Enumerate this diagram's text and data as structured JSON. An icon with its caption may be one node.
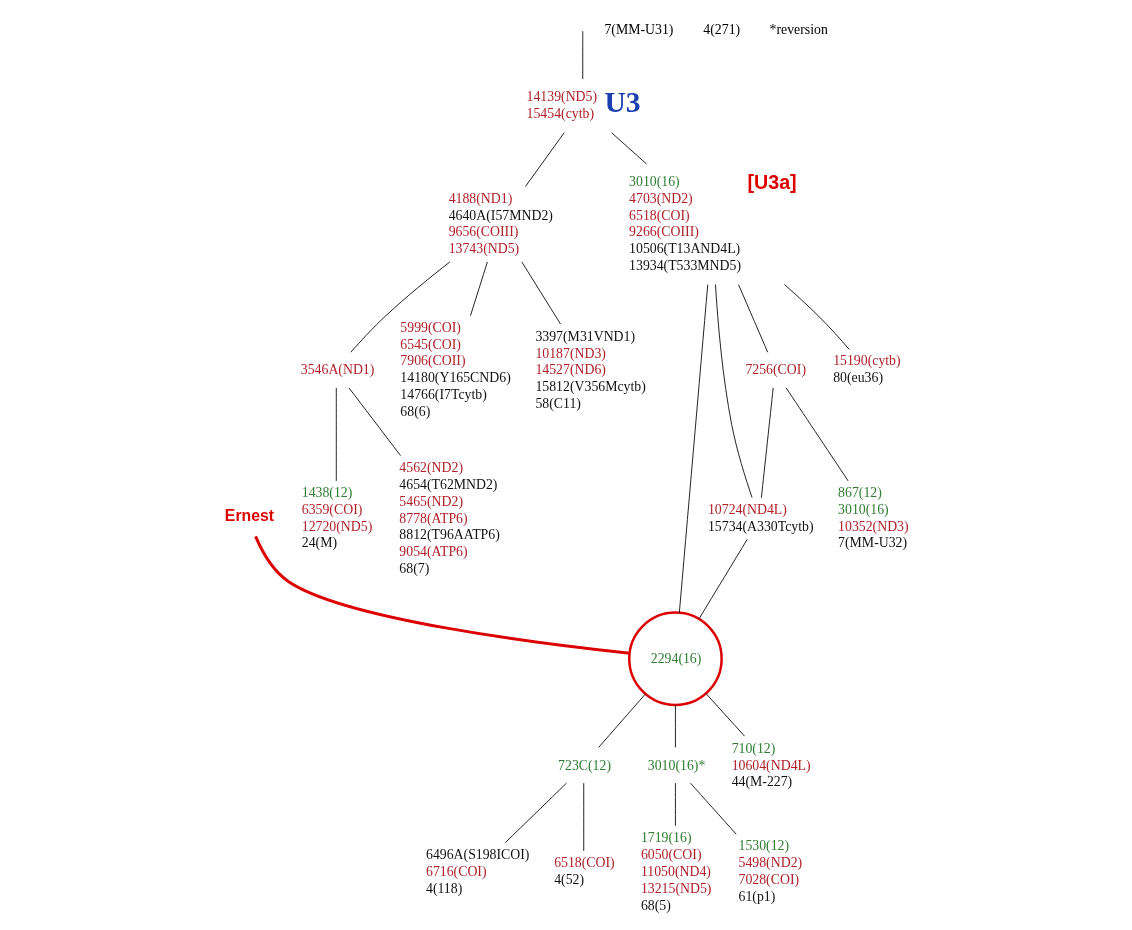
{
  "diagram": {
    "nodes": [
      {
        "text": [
          "14139(ND5)",
          "15454(cytb)"
        ],
        "beside": [
          "U3"
        ]
      },
      {
        "text": [
          "4188(ND1)",
          "4640A(I57MND2)",
          "9656(COIII)",
          "13743(ND5)"
        ]
      },
      {
        "text": [
          "3010(16)",
          "4703(ND2)",
          "6518(COI)",
          "9266(COIII)",
          "10506(T13AND4L)",
          "13934(T533MND5)"
        ],
        "beside": [
          "[U3a]"
        ]
      },
      {
        "text": [
          "Ernest"
        ]
      },
      {
        "text": [
          "3546A(ND1)"
        ]
      },
      {
        "text": [
          "5999(COI)",
          "6545(COI)",
          "7906(COII)",
          "14180(Y165CND6)",
          "14766(I7Tcytb)",
          "68(6)"
        ]
      },
      {
        "text": [
          "1438(12)",
          "6359(COI)",
          "12720(ND5)",
          "24(M)"
        ]
      },
      {
        "text": [
          "4562(ND2)",
          "4654(T62MND2)",
          "5465(ND2)",
          "8778(ATP6)",
          "8812(T96AATP6)",
          "9054(ATP6)",
          "68(7)"
        ]
      },
      {
        "text": [
          "2294(16)"
        ]
      },
      {
        "text": [
          "10724(ND4L)",
          "15734(A330Tcytb)"
        ]
      },
      {
        "text": [
          "7256(COI)"
        ]
      },
      {
        "text": [
          "723C(12)"
        ]
      },
      {
        "text": [
          "3010(16)*"
        ]
      },
      {
        "text": [
          "3397(M31VND1)",
          "10187(ND3)",
          "14527(ND6)",
          "15812(V356Mcytb)",
          "58(C11)"
        ]
      },
      {
        "text": [
          "15190(cytb)",
          "80(eu36)"
        ]
      },
      {
        "text": [
          "6496A(S198ICOI)",
          "6716(COI)",
          "4(118)"
        ]
      },
      {
        "text": [
          "867(12)",
          "3010(16)",
          "10352(ND3)",
          "7(MM-U32)"
        ]
      },
      {
        "text": [
          "710(12)",
          "10604(ND4L)",
          "44(M-227)"
        ]
      },
      {
        "text": [
          "1719(16)",
          "6050(COI)",
          "11050(ND4)",
          "13215(ND5)",
          "68(5)"
        ]
      },
      {
        "text": [
          "6518(COI)",
          "4(52)"
        ]
      },
      {
        "text": [
          "1530(12)",
          "5498(ND2)",
          "7028(COI)",
          "61(p1)"
        ]
      }
    ],
    "edges": [
      {
        "from": null,
        "to": 0,
        "arrow": "none"
      },
      {
        "from": 0,
        "to": 1,
        "arrow": "none"
      },
      {
        "from": 0,
        "to": 2,
        "arrow": "none"
      },
      {
        "from": 3,
        "to": 8,
        "arrow": "none",
        "color": "#dd0000",
        "style": "thick"
      },
      {
        "from": 1,
        "to": 4,
        "arrow": "none"
      },
      {
        "from": 1,
        "to": 5,
        "arrow": "none"
      },
      {
        "from": 1,
        "to": 13,
        "arrow": "none"
      },
      {
        "from": 4,
        "to": 6,
        "arrow": "none"
      },
      {
        "from": 4,
        "to": 7,
        "arrow": "none"
      },
      {
        "from": 2,
        "to": 14,
        "arrow": "none"
      },
      {
        "from": 2,
        "to": 10,
        "arrow": "none"
      },
      {
        "from": 2,
        "to": 9,
        "arrow": "none"
      },
      {
        "from": 2,
        "to": 8,
        "arrow": "none"
      },
      {
        "from": 10,
        "to": 16,
        "arrow": "none"
      },
      {
        "from": 10,
        "to": 9,
        "arrow": "none"
      },
      {
        "from": 9,
        "to": 8,
        "arrow": "none"
      },
      {
        "from": 8,
        "to": 11,
        "arrow": "none"
      },
      {
        "from": 8,
        "to": 12,
        "arrow": "none"
      },
      {
        "from": 8,
        "to": 17,
        "arrow": "none"
      },
      {
        "from": 11,
        "to": 15,
        "arrow": "none"
      },
      {
        "from": 11,
        "to": 19,
        "arrow": "none"
      },
      {
        "from": 12,
        "to": 20,
        "arrow": "none"
      },
      {
        "from": 12,
        "to": 18,
        "arrow": "none"
      }
    ],
    "labels": [
      "7(MM-U31)",
      "4(271)",
      "*reversion"
    ]
  }
}
